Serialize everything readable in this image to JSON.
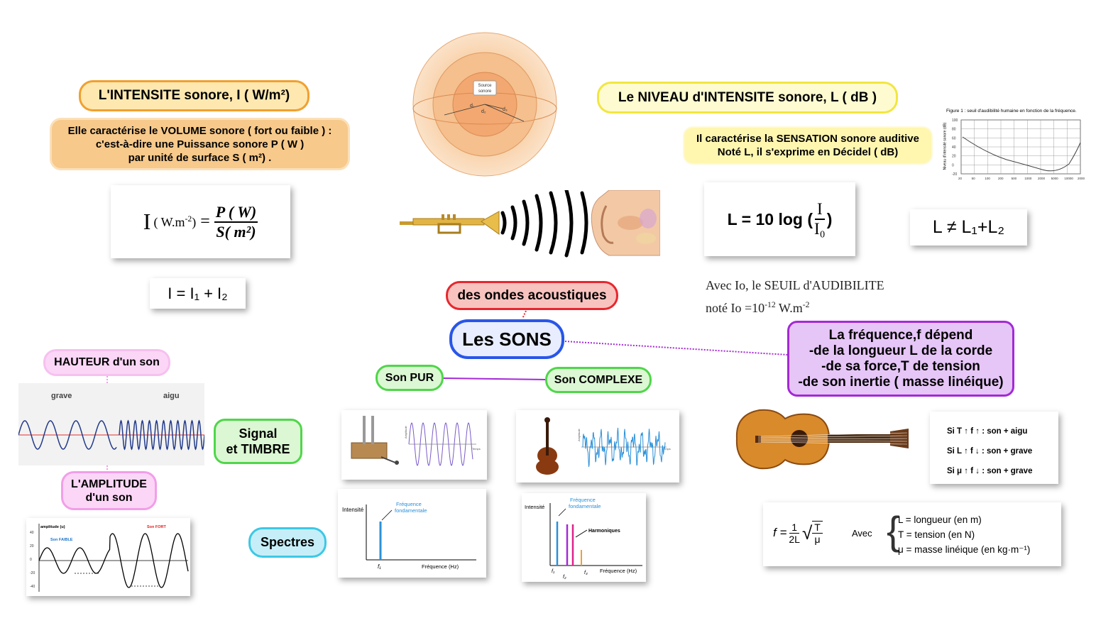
{
  "center": {
    "title": "Les SONS",
    "waves": "des ondes acoustiques"
  },
  "intensity": {
    "title": "L'INTENSITE sonore, I ( W/m²)",
    "desc_line1": "Elle caractérise le VOLUME  sonore ( fort ou faible )  :",
    "desc_line2": "c'est-à-dire une Puissance sonore P ( W )",
    "desc_line3": "par unité de surface S ( m²) .",
    "formula_lhs": "I",
    "formula_unit": "( W.m",
    "formula_exp": "-2",
    "formula_num": "P ( W)",
    "formula_den": "S( m²)",
    "sum_formula": "I = I₁ + I₂"
  },
  "level": {
    "title": "Le NIVEAU d'INTENSITE sonore, L ( dB )",
    "desc_line1": "Il caractérise la SENSATION sonore auditive",
    "desc_line2": "Noté L, il s'exprime en Décidel ( dB)",
    "formula_left": "L = 10 log (",
    "formula_num": "I",
    "formula_den": "I₀",
    "formula_right": ")",
    "neq_formula": "L ≠ L₁+L₂",
    "threshold_line1": "Avec Io, le SEUIL d'AUDIBILITE",
    "threshold_line2": "noté Io =10",
    "threshold_exp": "-12",
    "threshold_unit": " W.m",
    "threshold_unit_exp": "-2",
    "graph_caption": "Figure 1 : seuil d'audibilité humaine en fonction de la fréquence.",
    "graph_ylabel": "Niveau d'intensité sonore (dB)",
    "graph_yticks": [
      "100",
      "80",
      "60",
      "40",
      "20",
      "0",
      "-20"
    ],
    "graph_xticks": [
      "20",
      "50",
      "100",
      "200",
      "500",
      "1000",
      "2000",
      "5000",
      "10000",
      "20000"
    ]
  },
  "source_diagram": {
    "label_line1": "Source",
    "label_line2": "sonore",
    "d1": "d₁",
    "d2": "d₂",
    "d3": "d₃"
  },
  "height": {
    "title": "HAUTEUR  d'un son",
    "low": "grave",
    "high": "aigu"
  },
  "amplitude": {
    "title_line1": "L'AMPLITUDE",
    "title_line2": "d'un son",
    "yaxis": "amplitude (u)",
    "weak": "Son FAIBLE",
    "strong": "Son FORT",
    "yticks": [
      "40",
      "20",
      "0",
      "-20",
      "-40"
    ]
  },
  "timbre": {
    "title_line1": "Signal",
    "title_line2": "et TIMBRE"
  },
  "pure": {
    "title": "Son PUR",
    "ylabel": "Amplitude",
    "xlabel": "Temps"
  },
  "complex": {
    "title": "Son COMPLEXE",
    "ylabel": "Amplitude",
    "xlabel": "Temps"
  },
  "spectra": {
    "title": "Spectres",
    "y_label": "Intensité",
    "x_label": "Fréquence (Hz)",
    "fundamental_line1": "Fréquence",
    "fundamental_line2": "fondamentale",
    "harmonics": "Harmoniques",
    "f1": "f₁",
    "f2": "f₂",
    "f4": "f₄"
  },
  "frequency": {
    "line1": "La fréquence,f  dépend",
    "line2": "-de la longueur L de la corde",
    "line3": "-de sa force,T de tension",
    "line4": "-de son inertie ( masse linéique)"
  },
  "rules": {
    "r1": "Si T ↑ f ↑ : son + aigu",
    "r2": "Si L ↑ f ↓ : son + grave",
    "r3": "Si μ ↑ f ↓ : son + grave"
  },
  "string_formula": {
    "f_eq": "f =",
    "one": "1",
    "twoL": "2L",
    "T": "T",
    "mu": "μ",
    "avec": "Avec",
    "l1": "L = longueur (en m)",
    "l2": "T = tension (en N)",
    "l3": "μ = masse linéique (en kg·m⁻¹)"
  },
  "colors": {
    "orange": "#f7c98a",
    "orange_border": "#f0a030",
    "yellow": "#fff6b0",
    "yellow_border": "#f2e640",
    "blue_border": "#2956e8",
    "red_border": "#e8262e",
    "red_fill": "#f8c3bf",
    "green_border": "#4fd64a",
    "green_fill": "#dcf7d3",
    "purple_border": "#a429d6",
    "purple_fill": "#e6c5f7",
    "pink_border": "#f29ee8",
    "pink_fill": "#fbd6f6",
    "cyan_border": "#3cc8e6",
    "cyan_fill": "#c6eef8"
  }
}
